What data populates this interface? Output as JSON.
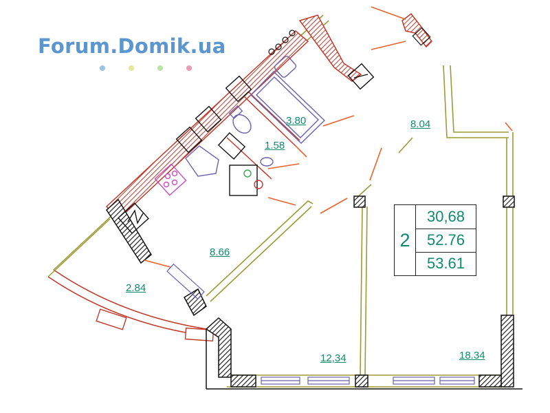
{
  "logo": {
    "text": "Forum.Domik.ua",
    "color": "#5b96cf",
    "dot_colors": [
      "#9ec3e8",
      "#e5e69a",
      "#b6e5a8",
      "#e89bb3"
    ]
  },
  "rooms": {
    "wc": "1.58",
    "bathroom": "3.80",
    "corridor": "8.04",
    "kitchen": "8.66",
    "balcony": "2.84",
    "living_room": "12,34",
    "bedroom": "18.34"
  },
  "summary": {
    "room_count": "2",
    "living_area": "30,68",
    "useful_area": "52.76",
    "total_area": "53.61"
  },
  "colors": {
    "wall_red": "#c0392b",
    "wall_olive": "#9c9a35",
    "door_orange": "#e8622a",
    "plumbing_purple": "#6a5fb0",
    "label_green": "#0e8a6e"
  }
}
